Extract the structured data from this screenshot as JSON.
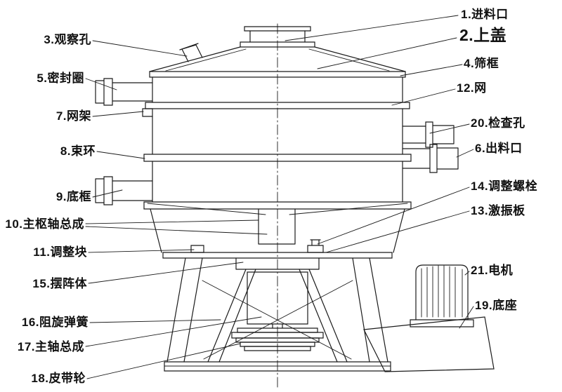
{
  "colors": {
    "line_ink": "#1b1b1b"
  },
  "labels": {
    "feed_inlet": "1.进料口",
    "top_cover": "2.上盖",
    "observation_hole": "3.观察孔",
    "sieve_frame": "4.筛框",
    "seal_ring": "5.密封圈",
    "discharge_outlet": "6.出料口",
    "mesh_frame": "7.网架",
    "clamp_ring": "8.束环",
    "bottom_frame": "9.底框",
    "main_pivot_assembly": "10.主枢轴总成",
    "adjusting_block": "11.调整块",
    "mesh": "12.网",
    "vibration_plate": "13.激振板",
    "adjusting_bolt": "14.调整螺栓",
    "swing_body": "15.摆阵体",
    "anti_rotation_spring": "16.阻旋弹簧",
    "main_shaft_assembly": "17.主轴总成",
    "belt_pulley": "18.皮带轮",
    "base": "19.底座",
    "inspection_hole": "20.检查孔",
    "motor": "21.电机"
  }
}
